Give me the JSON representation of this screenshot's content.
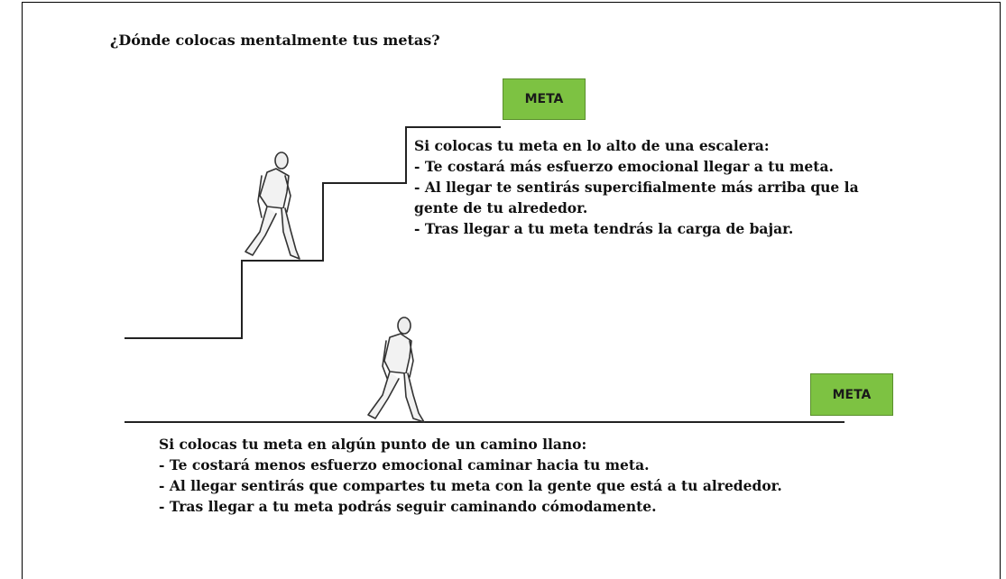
{
  "title": "¿Dónde colocas mentalmente tus metas?",
  "meta_top": "META",
  "meta_bottom": "META",
  "stairs_section": {
    "lines": [
      "Si colocas tu meta en lo alto de una escalera:",
      "- Te costará más esfuerzo emocional llegar a tu meta.",
      "- Al llegar te sentirás supercifialmente más arriba que la",
      "gente de tu alrededor.",
      "- Tras llegar a tu meta tendrás la carga de bajar."
    ]
  },
  "road_section": {
    "lines": [
      "Si colocas tu meta en algún punto de un camino llano:",
      "- Te costará menos esfuerzo emocional caminar hacia tu meta.",
      "- Al llegar sentirás que compartes tu meta con la gente que está a tu alrededor.",
      "- Tras llegar a tu meta podrás seguir caminando cómodamente."
    ]
  },
  "colors": {
    "meta_box": "#7dc242",
    "line": "#222222"
  },
  "icons": [
    "walking-man-icon",
    "walking-man-icon"
  ]
}
